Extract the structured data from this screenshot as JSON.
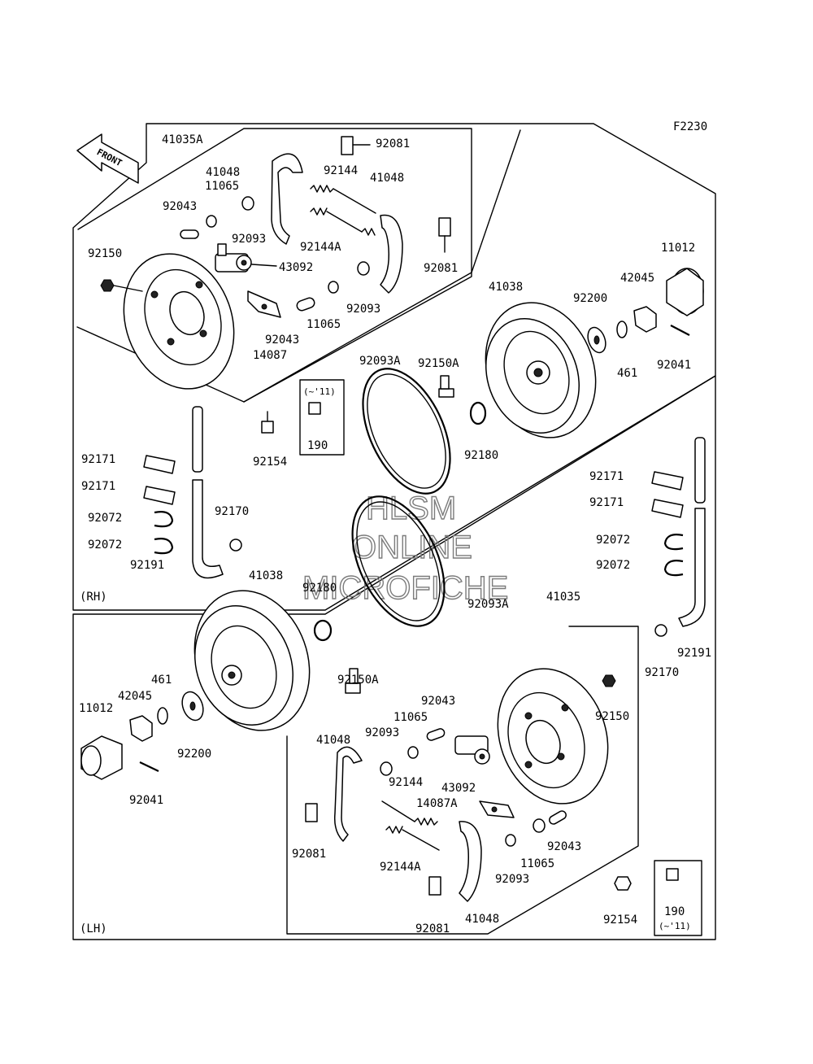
{
  "diagram_id": "F2230",
  "front_label": "FRONT",
  "sections": {
    "rh": "(RH)",
    "lh": "(LH)"
  },
  "watermark": [
    "HLSM",
    "ONLINE",
    "MICROFICHE"
  ],
  "rh_labels": {
    "assy_41035A": "41035A",
    "shoe_41048_a": "41048",
    "shoe_41048_b": "41048",
    "pin_92081_a": "92081",
    "pin_92081_b": "92081",
    "spring_92144": "92144",
    "spring_92144A": "92144A",
    "washer_11065_a": "11065",
    "washer_11065_b": "11065",
    "pin_92043_a": "92043",
    "pin_92043_b": "92043",
    "pin_92093_a": "92093",
    "pin_92093_b": "92093",
    "bolt_92150": "92150",
    "cylinder_43092": "43092",
    "plate_14087": "14087",
    "hub_cap_11012": "11012",
    "nut_42045": "42045",
    "drum_41038": "41038",
    "washer_92200": "92200",
    "washer_461": "461",
    "cotter_92041": "92041",
    "seal_92093A": "92093A",
    "bolt_92150A": "92150A",
    "ring_92180": "92180",
    "bleeder_92154": "92154",
    "note_11": "(~'11)",
    "bleeder_190": "190",
    "band_92171_a": "92171",
    "band_92171_b": "92171",
    "clamp_92072_a": "92072",
    "clamp_92072_b": "92072",
    "clip_92170": "92170",
    "hose_92191": "92191"
  },
  "mid_labels": {
    "band_92171_a": "92171",
    "band_92171_b": "92171",
    "clamp_92072_a": "92072",
    "clamp_92072_b": "92072",
    "hose_92191": "92191",
    "clip_92170": "92170"
  },
  "lh_labels": {
    "drum_41038": "41038",
    "ring_92180": "92180",
    "seal_92093A": "92093A",
    "assy_41035": "41035",
    "washer_461": "461",
    "nut_42045": "42045",
    "hub_cap_11012": "11012",
    "bolt_92150A": "92150A",
    "washer_92200": "92200",
    "cotter_92041": "92041",
    "bolt_92150": "92150",
    "pin_92043_a": "92043",
    "washer_11065_a": "11065",
    "pin_92093_a": "92093",
    "shoe_41048_a": "41048",
    "spring_92144": "92144",
    "cylinder_43092": "43092",
    "plate_14087A": "14087A",
    "pin_92043_b": "92043",
    "pin_92081_a": "92081",
    "spring_92144A": "92144A",
    "washer_11065_b": "11065",
    "pin_92093_b": "92093",
    "bleeder_92154": "92154",
    "bleeder_190": "190",
    "note_11": "(~'11)",
    "pin_92081_b": "92081",
    "shoe_41048_b": "41048"
  }
}
